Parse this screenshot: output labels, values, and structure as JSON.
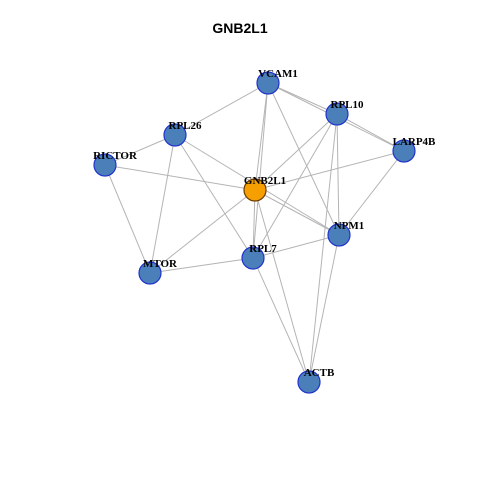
{
  "title": "GNB2L1",
  "colors": {
    "node_default": "#4a7fba",
    "node_default_border": "#2233cc",
    "node_highlight": "#f5a000",
    "node_highlight_border": "#6a3a00",
    "edge": "#b4b4b4"
  },
  "nodes": [
    {
      "id": "VCAM1",
      "label": "VCAM1",
      "highlight": false
    },
    {
      "id": "RPL10",
      "label": "RPL10",
      "highlight": false
    },
    {
      "id": "RPL26",
      "label": "RPL26",
      "highlight": false
    },
    {
      "id": "LARP4B",
      "label": "LARP4B",
      "highlight": false
    },
    {
      "id": "RICTOR",
      "label": "RICTOR",
      "highlight": false
    },
    {
      "id": "GNB2L1",
      "label": "GNB2L1",
      "highlight": true
    },
    {
      "id": "NPM1",
      "label": "NPM1",
      "highlight": false
    },
    {
      "id": "RPL7",
      "label": "RPL7",
      "highlight": false
    },
    {
      "id": "MTOR",
      "label": "MTOR",
      "highlight": false
    },
    {
      "id": "ACTB",
      "label": "ACTB",
      "highlight": false
    }
  ],
  "edges": [
    [
      "VCAM1",
      "RPL26"
    ],
    [
      "VCAM1",
      "RPL10"
    ],
    [
      "VCAM1",
      "LARP4B"
    ],
    [
      "VCAM1",
      "GNB2L1"
    ],
    [
      "VCAM1",
      "RPL7"
    ],
    [
      "VCAM1",
      "NPM1"
    ],
    [
      "RPL10",
      "LARP4B"
    ],
    [
      "RPL10",
      "GNB2L1"
    ],
    [
      "RPL10",
      "NPM1"
    ],
    [
      "RPL10",
      "RPL7"
    ],
    [
      "RPL10",
      "ACTB"
    ],
    [
      "RPL26",
      "RICTOR"
    ],
    [
      "RPL26",
      "MTOR"
    ],
    [
      "RPL26",
      "RPL7"
    ],
    [
      "RPL26",
      "NPM1"
    ],
    [
      "LARP4B",
      "GNB2L1"
    ],
    [
      "LARP4B",
      "NPM1"
    ],
    [
      "RICTOR",
      "GNB2L1"
    ],
    [
      "RICTOR",
      "MTOR"
    ],
    [
      "GNB2L1",
      "NPM1"
    ],
    [
      "GNB2L1",
      "MTOR"
    ],
    [
      "GNB2L1",
      "RPL7"
    ],
    [
      "GNB2L1",
      "ACTB"
    ],
    [
      "NPM1",
      "RPL7"
    ],
    [
      "NPM1",
      "ACTB"
    ],
    [
      "RPL7",
      "MTOR"
    ],
    [
      "RPL7",
      "ACTB"
    ]
  ]
}
